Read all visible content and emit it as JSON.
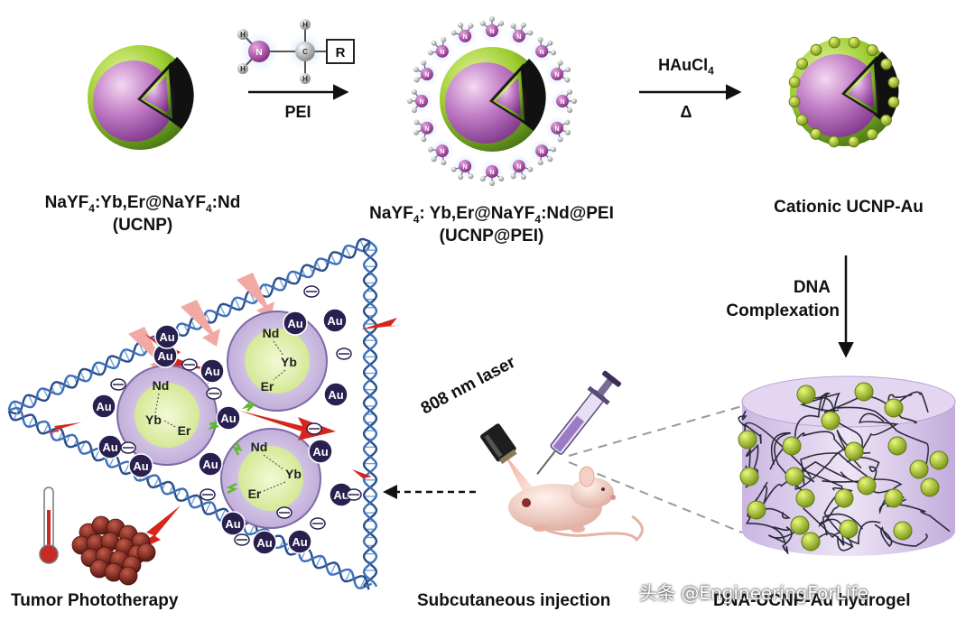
{
  "top": {
    "ucnp_name": "NaYF4:Yb,Er@NaYF4:Nd",
    "ucnp_abbr": "(UCNP)",
    "pei_name": "NaYF4: Yb,Er@NaYF4:Nd@PEI",
    "pei_abbr": "(UCNP@PEI)",
    "cationic_label": "Cationic UCNP-Au",
    "arrow1_label": "PEI",
    "arrow2_reagent": "HAuCl4",
    "arrow2_condition": "Δ",
    "amine_atom": "N",
    "carbon_atom": "C",
    "hydrogen_atom": "H",
    "r_group": "R"
  },
  "right": {
    "dna_step": "DNA",
    "complexation_step": "Complexation",
    "hydrogel_label": "DNA-UCNP-Au hydrogel"
  },
  "bottom": {
    "laser_label": "808 nm laser",
    "injection_label": "Subcutaneous injection",
    "therapy_label": "Tumor Phototherapy"
  },
  "nanoparticle": {
    "au_label": "Au",
    "nd": "Nd",
    "yb": "Yb",
    "er": "Er"
  },
  "watermark": {
    "text": "头条 @EngineeringForLife"
  },
  "colors": {
    "core_magenta": "#c27fc7",
    "shell_green": "#9bcc2f",
    "au_dark": "#2a2050",
    "hydrogel_lilac": "#d8c6e8",
    "nanoparticle_yellowgreen": "#a8c81c",
    "laser_red": "#d6251c"
  }
}
